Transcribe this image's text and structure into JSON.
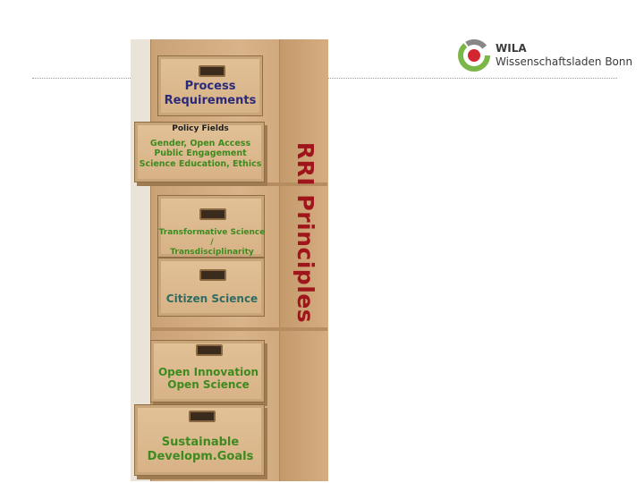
{
  "logo": {
    "name": "WILA",
    "subtitle": "Wissenschaftsladen Bonn",
    "colors": {
      "ring_green": "#7ab648",
      "ring_red": "#d22630",
      "ring_gray": "#888888"
    }
  },
  "cabinet": {
    "side_label": "RRI Principles",
    "side_label_color": "#a0151c",
    "drawers": [
      {
        "lines": [
          "Process",
          "Requirements"
        ],
        "color": "#2a2a7a"
      },
      {
        "heading": "Policy Fields",
        "lines": [
          "Gender, Open Access",
          "Public Engagement",
          "Science Education, Ethics"
        ],
        "color": "#3d8b1f"
      },
      {
        "lines": [
          "Transformative Science /",
          "Transdisciplinarity"
        ],
        "color": "#3d8b1f"
      },
      {
        "lines": [
          "Citizen Science"
        ],
        "color": "#2f6b63"
      },
      {
        "lines": [
          "Open Innovation",
          "Open Science"
        ],
        "color": "#3d8b1f"
      },
      {
        "lines": [
          "Sustainable",
          "Developm.Goals"
        ],
        "color": "#3d8b1f"
      }
    ]
  }
}
